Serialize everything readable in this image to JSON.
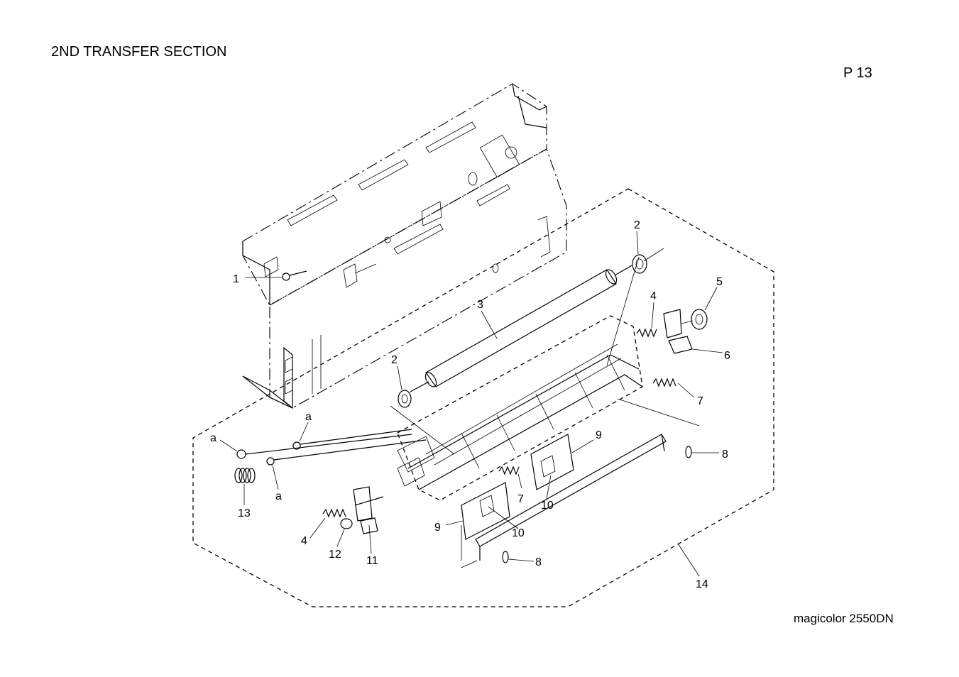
{
  "header": {
    "title": "2ND TRANSFER SECTION",
    "page": "P 13"
  },
  "footer": {
    "model": "magicolor 2550DN"
  },
  "callouts": {
    "c1": "1",
    "c2a": "2",
    "c2b": "2",
    "c3": "3",
    "c4a": "4",
    "c4b": "4",
    "c5": "5",
    "c6": "6",
    "c7a": "7",
    "c7b": "7",
    "c8a": "8",
    "c8b": "8",
    "c9a": "9",
    "c9b": "9",
    "c10a": "10",
    "c10b": "10",
    "c11": "11",
    "c12": "12",
    "c13": "13",
    "c14": "14",
    "ca1": "a",
    "ca2": "a",
    "ca3": "a"
  }
}
